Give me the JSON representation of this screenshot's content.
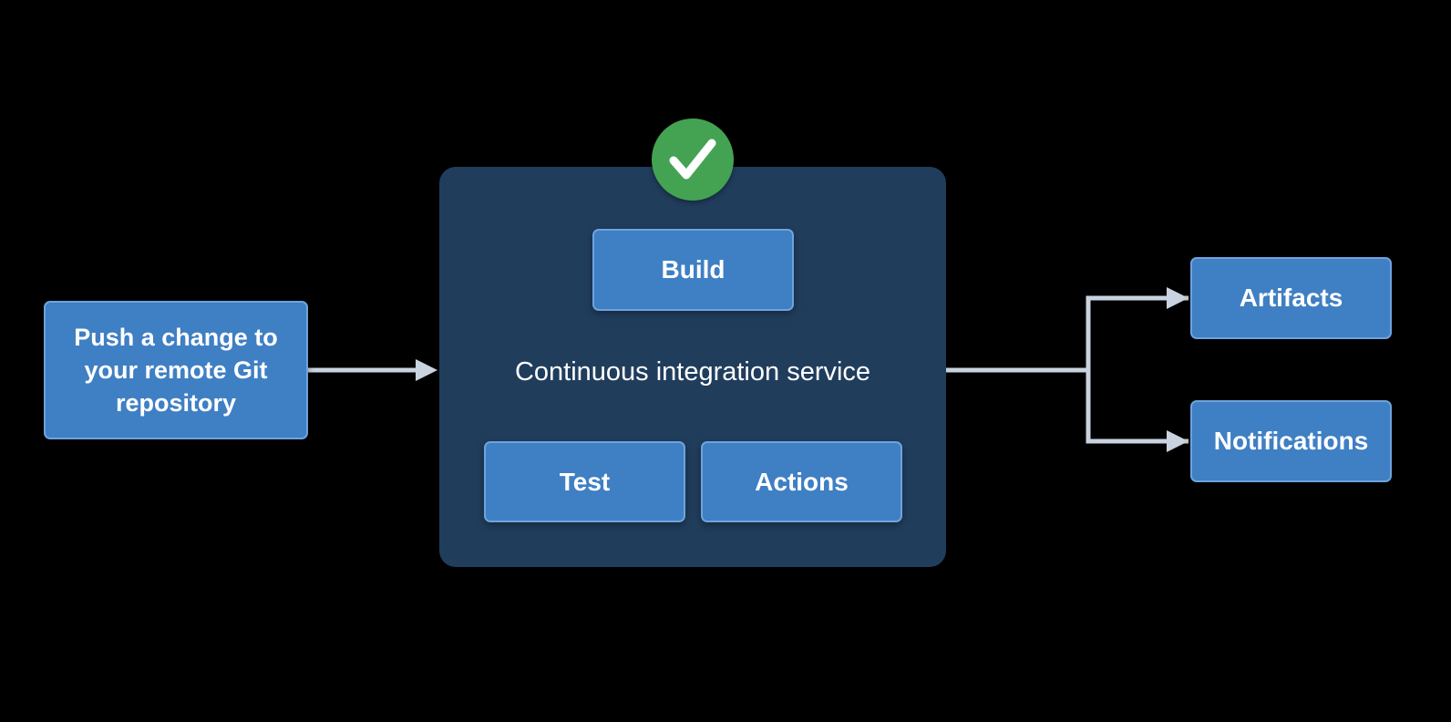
{
  "source_box": {
    "label_lines": [
      "Push a change to",
      "your remote Git",
      "repository"
    ]
  },
  "service": {
    "label": "Continuous integration service",
    "status_icon": "checkmark-icon"
  },
  "steps": {
    "build": "Build",
    "test": "Test",
    "actions": "Actions"
  },
  "outputs": {
    "artifacts": "Artifacts",
    "notifications": "Notifications"
  },
  "colors": {
    "background": "#000000",
    "service_panel": "#203d5c",
    "box": "#3f7fc4",
    "box_border": "#6ea3dd",
    "arrow": "#c9d3df",
    "check": "#43a352"
  }
}
